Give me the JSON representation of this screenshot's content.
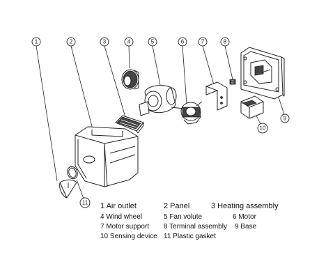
{
  "callouts": {
    "c1": "1",
    "c2": "2",
    "c3": "3",
    "c4": "4",
    "c5": "5",
    "c6": "6",
    "c7": "7",
    "c8": "8",
    "c9": "9",
    "c10": "10",
    "c11": "11"
  },
  "legend": {
    "row1": [
      "1 Air outlet",
      "2 Panel",
      "3  Heating assembly"
    ],
    "row2": [
      "4 Wind wheel",
      "5 Fan volute",
      "6  Motor"
    ],
    "row3": [
      "7 Motor support",
      "8 Terminal assembly",
      "9 Base"
    ],
    "row4": [
      "10 Sensing device",
      "11 Plastic gasket"
    ]
  }
}
